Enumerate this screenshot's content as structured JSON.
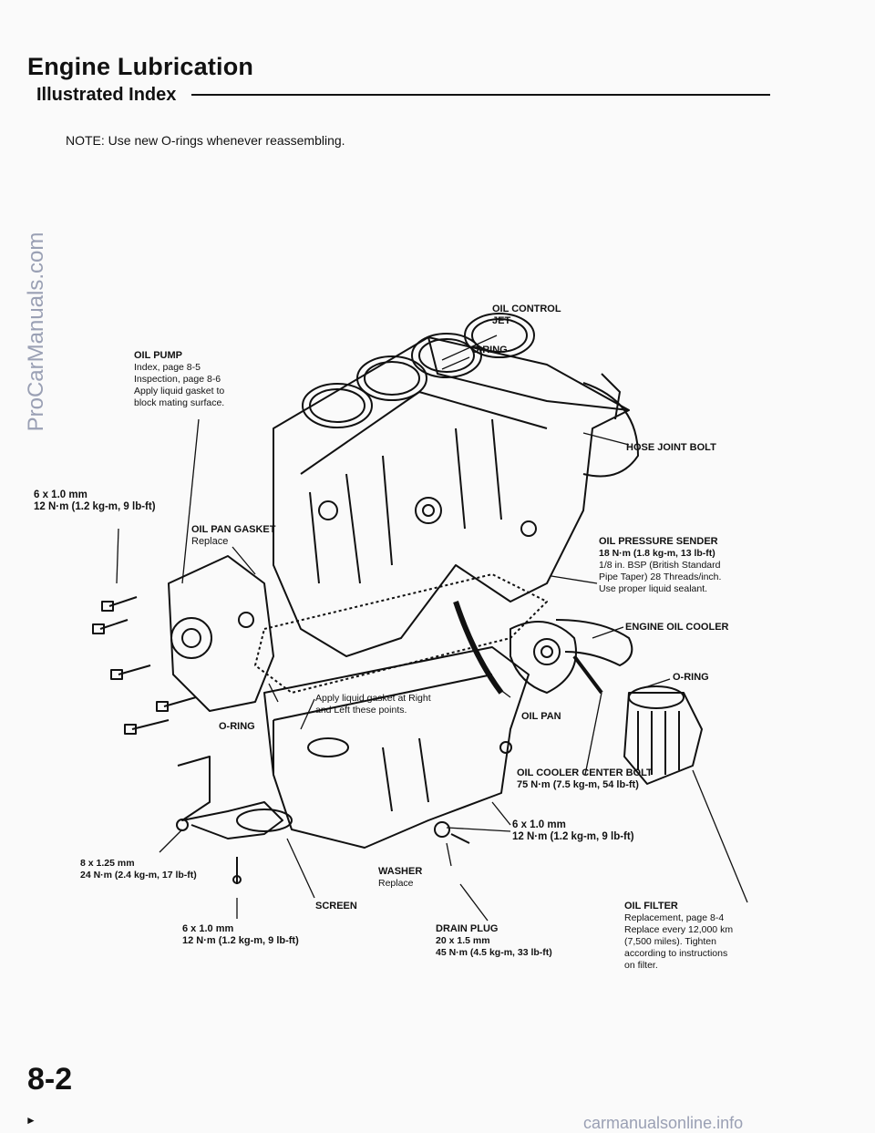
{
  "header": {
    "title": "Engine Lubrication",
    "subtitle": "Illustrated Index",
    "note": "NOTE:  Use new O-rings whenever reassembling."
  },
  "labels": {
    "oil_control_jet": "OIL CONTROL\nJET",
    "o_ring_top": "O-RING",
    "oil_pump_title": "OIL PUMP",
    "oil_pump_lines": [
      "Index, page 8-5",
      "Inspection, page 8-6",
      "Apply liquid gasket to",
      "block mating surface."
    ],
    "hose_joint_bolt": "HOSE JOINT BOLT",
    "bolt_left_size": "6 x 1.0 mm",
    "bolt_left_torque": "12 N·m (1.2 kg-m, 9 lb-ft)",
    "oil_pan_gasket_title": "OIL PAN GASKET",
    "oil_pan_gasket_note": "Replace",
    "oil_pressure_sender_title": "OIL PRESSURE SENDER",
    "oil_pressure_sender_lines": [
      "18 N·m (1.8 kg-m, 13 lb-ft)",
      "1/8 in. BSP (British Standard",
      "Pipe Taper) 28 Threads/inch.",
      "Use proper liquid sealant."
    ],
    "engine_oil_cooler": "ENGINE OIL COOLER",
    "o_ring_right": "O-RING",
    "gasket_note_lines": [
      "Apply liquid gasket at Right",
      "and Left these points."
    ],
    "o_ring_left": "O-RING",
    "oil_pan": "OIL PAN",
    "oil_cooler_center_bolt_title": "OIL COOLER CENTER BOLT",
    "oil_cooler_center_bolt_torque": "75 N·m (7.5 kg-m, 54 lb-ft)",
    "bolt_pan_size": "6 x 1.0 mm",
    "bolt_pan_torque": "12 N·m (1.2 kg-m, 9 lb-ft)",
    "bolt_strainer_size": "8 x 1.25 mm",
    "bolt_strainer_torque": "24 N·m (2.4 kg-m, 17 lb-ft)",
    "washer_title": "WASHER",
    "washer_note": "Replace",
    "screen": "SCREEN",
    "bolt_bottom_size": "6 x 1.0 mm",
    "bolt_bottom_torque": "12 N·m (1.2 kg-m, 9 lb-ft)",
    "drain_plug_title": "DRAIN PLUG",
    "drain_plug_size": "20 x 1.5 mm",
    "drain_plug_torque": "45 N·m (4.5 kg-m, 33 lb-ft)",
    "oil_filter_title": "OIL FILTER",
    "oil_filter_lines": [
      "Replacement, page 8-4",
      "Replace every 12,000 km",
      "(7,500  miles).  Tighten",
      "according  to  instructions",
      "on filter."
    ]
  },
  "footer": {
    "page_number": "8-2",
    "corner_mark": "►",
    "watermark_left": "ProCarManuals.com",
    "watermark_bottom": "carmanualsonline.info"
  }
}
